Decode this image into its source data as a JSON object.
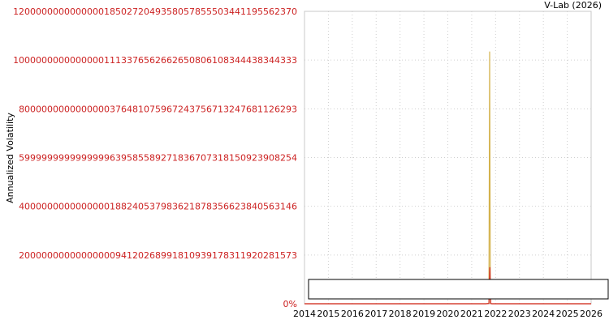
{
  "credit": "V-Lab (2026)",
  "chart_data": {
    "type": "line",
    "title": "",
    "xlabel": "",
    "ylabel": "Annualized Volatility",
    "x_ticks": [
      "2014",
      "2015",
      "2016",
      "2017",
      "2018",
      "2019",
      "2020",
      "2021",
      "2022",
      "2023",
      "2024",
      "2025",
      "2026"
    ],
    "y_ticks": [
      "0%",
      "2000000000000000094120268991810939178311920281573",
      "4000000000000000188240537983621878356623840563146",
      "5999999999999999639585589271836707318150923908254",
      "8000000000000000376481075967243756713247681126293",
      "10000000000000001113376562662650806108344438344333",
      "12000000000000001850272049358057855503441195562370"
    ],
    "ylim": [
      0,
      1.2e+49
    ],
    "xlim": [
      2014,
      2026
    ],
    "grid": true,
    "legend": {
      "position": "bottom-right",
      "entries": []
    },
    "series": [
      {
        "color": "#d4b24c",
        "x": [
          2014.0,
          2021.6,
          2021.72,
          2021.75,
          2021.78,
          2021.82,
          2021.9,
          2026.0
        ],
        "y": [
          0,
          0,
          2e+46,
          1.035e+49,
          2e+46,
          0,
          0,
          0
        ]
      },
      {
        "color": "#d42a2a",
        "x": [
          2014.0,
          2021.6,
          2021.72,
          2021.76,
          2021.8,
          2021.85,
          2021.95,
          2026.0
        ],
        "y": [
          0,
          0,
          1e+46,
          1.5e+48,
          1e+46,
          0,
          0,
          0
        ]
      }
    ]
  }
}
